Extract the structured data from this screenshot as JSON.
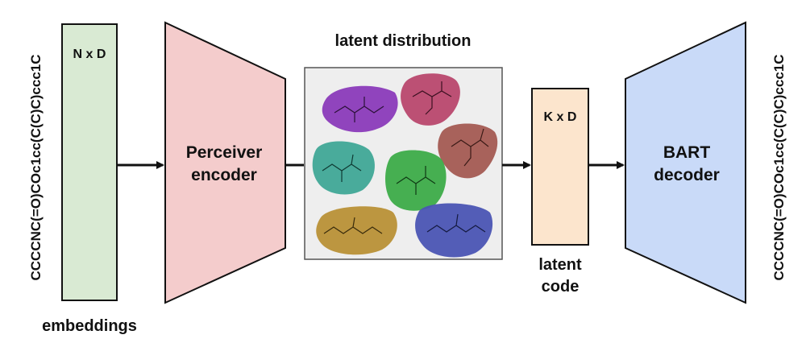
{
  "input_smiles": "CCCCNC(=O)COc1cc(C(C)C)ccc1C",
  "output_smiles": "CCCCNC(=O)COc1cc(C(C)C)ccc1C",
  "embeddings": {
    "dim_label": "N x D",
    "caption": "embeddings",
    "color": "#d9ead3"
  },
  "encoder": {
    "line1": "Perceiver",
    "line2": "encoder",
    "color": "#f4cccc"
  },
  "latent_distribution": {
    "title": "latent distribution",
    "background": "#eeeeee",
    "blob_colors": [
      "#8a3ab9",
      "#b8476d",
      "#a35a52",
      "#3fa796",
      "#3cab48",
      "#b89036",
      "#4a54b3"
    ]
  },
  "latent_code": {
    "dim_label": "K x D",
    "caption_line1": "latent",
    "caption_line2": "code",
    "color": "#fce5cd"
  },
  "decoder": {
    "line1": "BART",
    "line2": "decoder",
    "color": "#c9daf8"
  }
}
